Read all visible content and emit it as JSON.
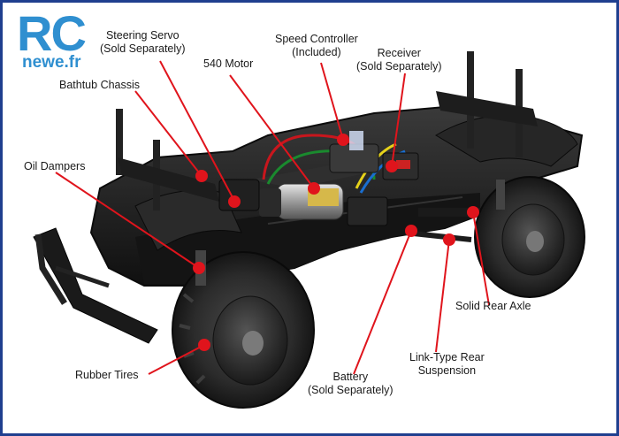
{
  "logo": {
    "brand": "RC",
    "site": "newe.fr",
    "color": "#2f8fd0"
  },
  "labels": {
    "steering_servo_line1": "Steering Servo",
    "steering_servo_line2": "(Sold Separately)",
    "speed_controller_line1": "Speed Controller",
    "speed_controller_line2": "(Included)",
    "motor": "540 Motor",
    "receiver_line1": "Receiver",
    "receiver_line2": "(Sold Separately)",
    "bathtub_chassis": "Bathtub Chassis",
    "oil_dampers": "Oil Dampers",
    "solid_rear_axle": "Solid Rear Axle",
    "link_rear_line1": "Link-Type Rear",
    "link_rear_line2": "Suspension",
    "rubber_tires": "Rubber Tires",
    "battery_line1": "Battery",
    "battery_line2": "(Sold Separately)"
  },
  "colors": {
    "frame_border": "#1f3f8f",
    "callout": "#e0141c",
    "chassis": "#1c1c1c",
    "tire": "#2a2a2a"
  }
}
